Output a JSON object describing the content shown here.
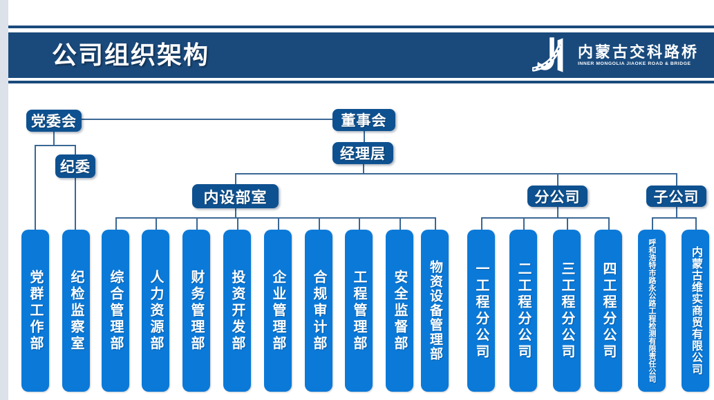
{
  "header": {
    "title": "公司组织架构",
    "logo": {
      "name_cn": "内蒙古交科路桥",
      "name_en": "INNER MONGOLIA JIAOKE ROAD & BRIDGE",
      "mark": "jiaoke-road-bridge-emblem"
    }
  },
  "org_chart": {
    "top_nodes": {
      "party_committee": "党委会",
      "board_of_directors": "董事会",
      "discipline_committee": "纪委",
      "management_level": "经理层",
      "internal_departments": "内设部室",
      "branch_companies": "分公司",
      "subsidiaries": "子公司"
    },
    "columns": [
      {
        "label": "党群工作部",
        "parent": "党委会"
      },
      {
        "label": "纪检监察室",
        "parent": "纪委"
      },
      {
        "label": "综合管理部",
        "parent": "内设部室"
      },
      {
        "label": "人力资源部",
        "parent": "内设部室"
      },
      {
        "label": "财务管理部",
        "parent": "内设部室"
      },
      {
        "label": "投资开发部",
        "parent": "内设部室"
      },
      {
        "label": "企业管理部",
        "parent": "内设部室"
      },
      {
        "label": "合规审计部",
        "parent": "内设部室"
      },
      {
        "label": "工程管理部",
        "parent": "内设部室"
      },
      {
        "label": "安全监督部",
        "parent": "内设部室"
      },
      {
        "label": "物资设备管理部",
        "parent": "内设部室"
      },
      {
        "label": "一工程分公司",
        "parent": "分公司"
      },
      {
        "label": "二工程分公司",
        "parent": "分公司"
      },
      {
        "label": "三工程分公司",
        "parent": "分公司"
      },
      {
        "label": "四工程分公司",
        "parent": "分公司"
      },
      {
        "label": "呼和浩特市路永公路工程检测有限责任公司",
        "parent": "子公司"
      },
      {
        "label": "内蒙古维实商贸有限公司",
        "parent": "子公司"
      }
    ]
  },
  "colors": {
    "title_bar": "#1a4a7c",
    "dark_node": "#0e5190",
    "column_blue": "#0b79d8",
    "connector_line": "#3a6794",
    "left_margin": "#dde1e9",
    "text": "#ffffff"
  }
}
